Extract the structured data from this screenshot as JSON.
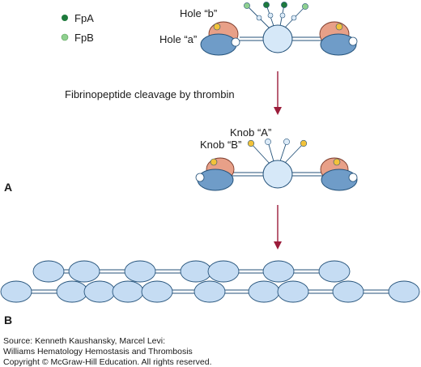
{
  "legend": {
    "fpa_label": "FpA",
    "fpb_label": "FpB"
  },
  "labels": {
    "hole_b": "Hole “b”",
    "hole_a": "Hole “a”",
    "cleavage": "Fibrinopeptide cleavage by thrombin",
    "knob_a": "Knob “A”",
    "knob_b": "Knob “B”",
    "panel_a": "A",
    "panel_b": "B"
  },
  "source": {
    "line1": "Source: Kenneth Kaushansky, Marcel Levi:",
    "line2": "Williams Hematology Hemostasis and Thrombosis",
    "line3": "Copyright © McGraw-Hill Education. All rights reserved."
  },
  "colors": {
    "fpa": "#1e7a3c",
    "fpb": "#8fd08f",
    "e_domain": "#d6e8f8",
    "d_domain": "#6f9cc8",
    "hole_b_color": "#e8a088",
    "knob": "#f2c23a",
    "knob_stem_tip": "#dcebf8",
    "arrow": "#9b1c3a",
    "outline": "#24527a"
  }
}
